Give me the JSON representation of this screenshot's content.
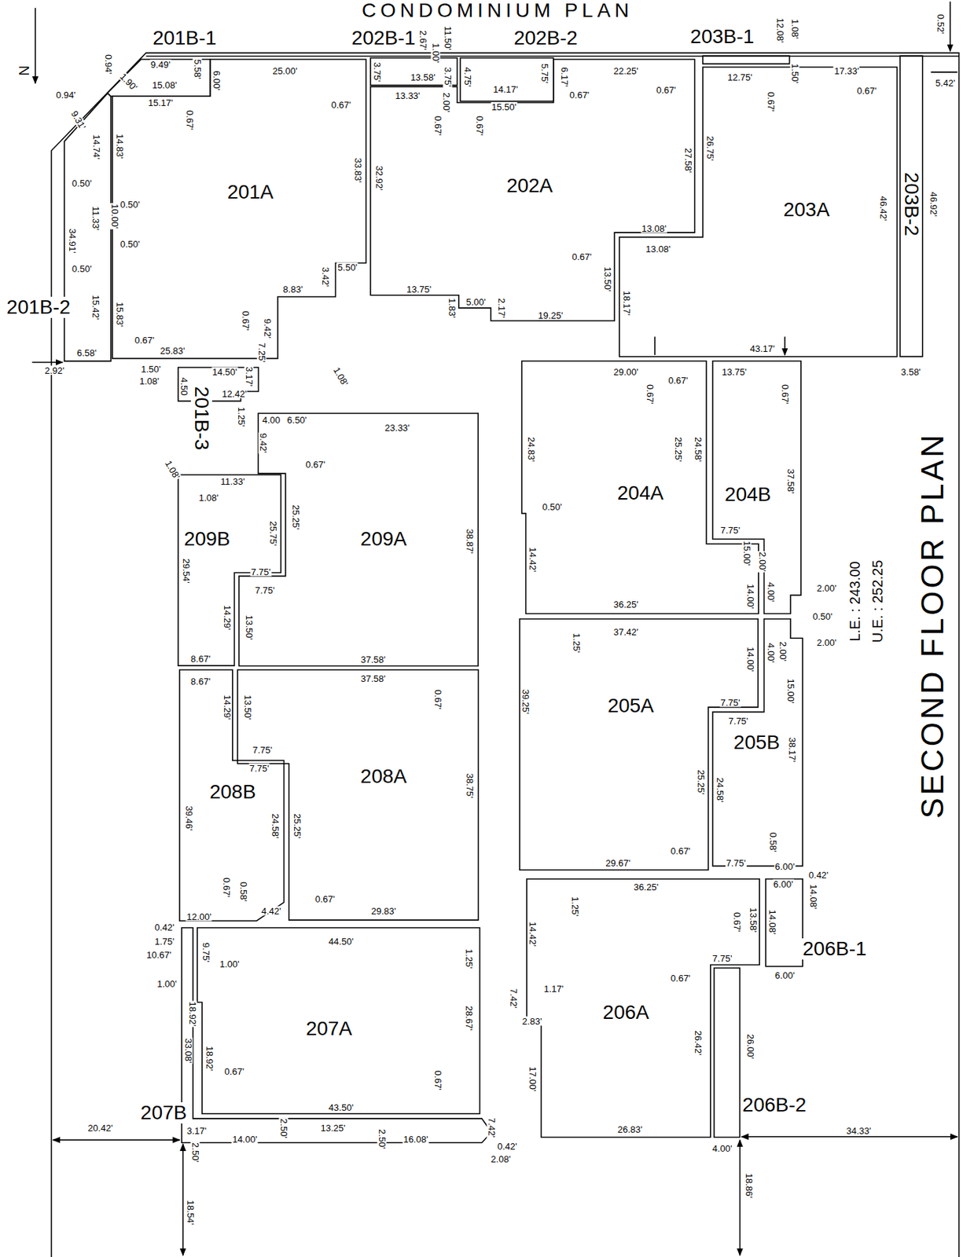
{
  "diagram": {
    "title": "CONDOMINIUM PLAN",
    "nodes": [
      {
        "text": [
          "201B-1"
        ]
      },
      {
        "text": [
          "202B-1"
        ]
      },
      {
        "text": [
          "202B-2"
        ]
      },
      {
        "text": [
          "203B-1"
        ]
      },
      {
        "text": [
          "201A"
        ]
      },
      {
        "text": [
          "202A"
        ]
      },
      {
        "text": [
          "203A"
        ]
      },
      {
        "text": [
          "203B-2"
        ]
      },
      {
        "text": [
          "201B-2"
        ]
      },
      {
        "text": [
          "201B-3"
        ]
      },
      {
        "text": [
          "204A"
        ]
      },
      {
        "text": [
          "204B"
        ]
      },
      {
        "text": [
          "209B"
        ]
      },
      {
        "text": [
          "209A"
        ]
      },
      {
        "text": [
          "205A"
        ]
      },
      {
        "text": [
          "205B"
        ]
      },
      {
        "text": [
          "208B"
        ]
      },
      {
        "text": [
          "208A"
        ]
      },
      {
        "text": [
          "207B"
        ]
      },
      {
        "text": [
          "207A"
        ]
      },
      {
        "text": [
          "206A"
        ]
      },
      {
        "text": [
          "206B-1"
        ]
      },
      {
        "text": [
          "206B-2"
        ]
      }
    ],
    "labels": [
      "N",
      "0.52'",
      "0.94'",
      "9.49'",
      "1.90'",
      "5.58'",
      "6.00'",
      "25.00'",
      "15.08'",
      "0.94'",
      "15.17'",
      "0.67'",
      "9.31'",
      "14.74'",
      "14.83'",
      "0.50'",
      "0.50'",
      "11.33'",
      "10.00'",
      "0.50'",
      "34.91'",
      "0.50'",
      "15.42'",
      "15.83'",
      "0.67'",
      "6.58'",
      "2.92'",
      "25.83'",
      "0.67'",
      "9.42'",
      "8.83'",
      "3.42'",
      "5.50'",
      "33.83'",
      "32.92'",
      "0.67'",
      "1.50'",
      "1.08'",
      "14.50'",
      "4.50",
      "3.17'",
      "7.25'",
      "12.42'",
      "1.25'",
      "1.08'",
      "2.67'",
      "1.00'",
      "11.50'",
      "3.75'",
      "13.58'",
      "3.75'",
      "4.75'",
      "5.75'",
      "6.17'",
      "14.17'",
      "13.33'",
      "2.00'",
      "15.50'",
      "0.67'",
      "0.67'",
      "0.67'",
      "22.25'",
      "0.67'",
      "27.58'",
      "26.75'",
      "13.08'",
      "13.08'",
      "0.67'",
      "13.50'",
      "18.17'",
      "13.75'",
      "1.83'",
      "5.00'",
      "2.17'",
      "19.25'",
      "12.08'",
      "1.08'",
      "1.50'",
      "12.75'",
      "0.67'",
      "17.33'",
      "0.67'",
      "5.42'",
      "46.42'",
      "46.92'",
      "43.17'",
      "3.58'",
      "29.00'",
      "0.67'",
      "0.67'",
      "13.75'",
      "0.67'",
      "24.83'",
      "25.25'",
      "24.58'",
      "37.58'",
      "0.50'",
      "14.42'",
      "7.75'",
      "15.00'",
      "2.00'",
      "14.00'",
      "4.00'",
      "2.00'",
      "0.50'",
      "2.00'",
      "36.25'",
      "L.E. : 243.00",
      "U.E. : 252.25",
      "SECOND FLOOR PLAN",
      "37.42'",
      "1.25'",
      "14.00'",
      "4.00'",
      "2.00'",
      "15.00'",
      "7.75'",
      "7.75'",
      "39.25'",
      "38.17'",
      "25.25'",
      "24.58'",
      "0.58'",
      "0.67'",
      "29.67'",
      "7.75'",
      "6.00'",
      "0.42'",
      "36.25'",
      "1.25'",
      "6.00'",
      "14.08'",
      "13.58'",
      "0.67'",
      "14.08'",
      "6.00'",
      "7.75'",
      "0.67'",
      "14.42'",
      "1.17'",
      "7.42'",
      "2.83'",
      "26.42'",
      "26.00'",
      "17.00'",
      "26.83'",
      "4.00'",
      "34.33'",
      "18.86'",
      "0.42'",
      "1.75'",
      "10.67'",
      "9.75'",
      "1.00'",
      "1.00'",
      "18.92'",
      "18.92'",
      "33.08'",
      "0.67'",
      "43.50'",
      "0.67'",
      "28.67'",
      "1.25'",
      "44.50'",
      "3.17'",
      "2.50'",
      "14.00'",
      "2.50'",
      "13.25'",
      "2.50'",
      "16.08'",
      "7.42'",
      "0.42'",
      "2.08'",
      "20.42'",
      "18.54'",
      "8.67'",
      "8.67'",
      "14.29'",
      "13.50'",
      "7.75'",
      "7.75'",
      "39.46'",
      "24.58'",
      "25.25'",
      "38.75'",
      "0.67'",
      "37.58'",
      "0.67'",
      "0.58'",
      "4.42'",
      "12.00'",
      "0.67'",
      "29.83'",
      "1.08'",
      "1.08'",
      "11.33'",
      "0.67'",
      "4.00",
      "6.50'",
      "23.33'",
      "9.42'",
      "25.25'",
      "25.75'",
      "38.87'",
      "29.54'",
      "7.75'",
      "7.75'",
      "14.29'",
      "13.50'",
      "37.58'"
    ]
  }
}
